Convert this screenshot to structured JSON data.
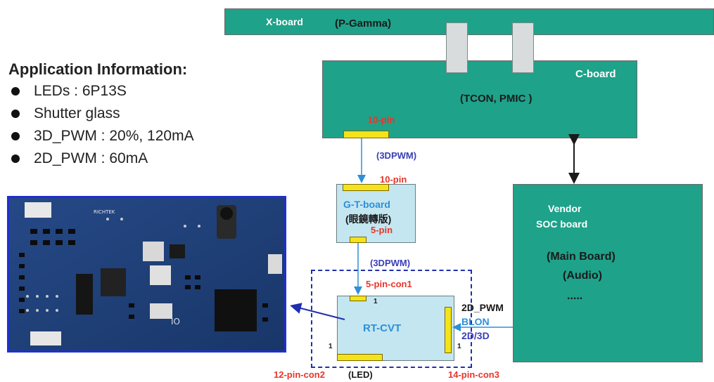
{
  "application_info": {
    "title": "Application Information:",
    "items": [
      "LEDs : 6P13S",
      "Shutter glass",
      "3D_PWM : 20%, 120mA",
      "2D_PWM : 60mA"
    ]
  },
  "xboard": {
    "label": "X-board",
    "sublabel": "(P-Gamma)"
  },
  "cboard": {
    "label": "C-board",
    "sublabel": "(TCON, PMIC )",
    "pin_label": "10-pin"
  },
  "signal1": "(3DPWM)",
  "gtboard": {
    "pin_top": "10-pin",
    "label": "G-T-board",
    "sublabel": "(眼鏡轉版)",
    "pin_bottom": "5-pin"
  },
  "signal2": "(3DPWM)",
  "rtcvt": {
    "con1": "5-pin-con1",
    "label": "RT-CVT",
    "pin1_top": "1",
    "pin1_left": "1",
    "pin1_right": "1",
    "con2": "12-pin-con2",
    "led": "(LED)",
    "con3": "14-pin-con3"
  },
  "right_signals": {
    "pwm": "2D_PWM",
    "blon": "BLON",
    "mode": "2D/3D"
  },
  "vendor": {
    "line1": "Vendor",
    "line2": "SOC board",
    "line3": "(Main Board)",
    "line4": "(Audio)",
    "line5": "....."
  },
  "pcb_photo": {
    "silk_top": "RICHTEK",
    "silk_id": "IO"
  },
  "colors": {
    "teal": "#1ea28a",
    "yellow": "#f4e31a",
    "red_label": "#e8352a",
    "purple_label": "#3a3fb5",
    "arrow_blue": "#2e8fd8",
    "dashed_border": "#1f2fb0",
    "photo_border": "#1f2fcf"
  }
}
